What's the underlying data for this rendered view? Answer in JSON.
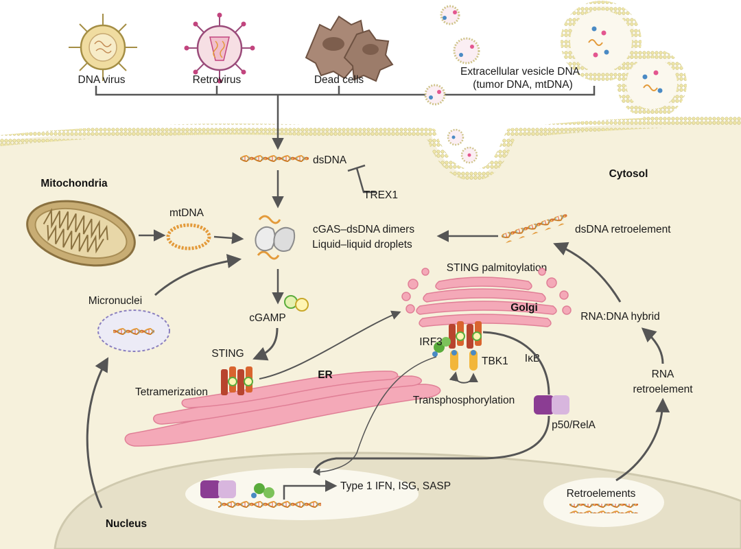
{
  "sources": {
    "dna_virus": "DNA virus",
    "retrovirus": "Retrovirus",
    "dead_cells": "Dead cells",
    "ev_dna_line1": "Extracellular vesicle DNA",
    "ev_dna_line2": "(tumor DNA, mtDNA)"
  },
  "compartments": {
    "cytosol": "Cytosol",
    "mitochondria": "Mitochondria",
    "nucleus": "Nucleus",
    "er": "ER",
    "golgi": "Golgi"
  },
  "molecules": {
    "dsdna": "dsDNA",
    "trex1": "TREX1",
    "mtdna": "mtDNA",
    "cgas_line1": "cGAS–dsDNA dimers",
    "cgas_line2": "Liquid–liquid droplets",
    "dsdna_retroelement": "dsDNA retroelement",
    "micronuclei": "Micronuclei",
    "cgamp": "cGAMP",
    "sting": "STING",
    "tetramerization": "Tetramerization",
    "sting_palmitoylation": "STING palmitoylation",
    "irf3": "IRF3",
    "tbk1": "TBK1",
    "ikb": "IκB",
    "transphosphorylation": "Transphosphorylation",
    "p50_rela": "p50/RelA",
    "rna_dna_hybrid": "RNA:DNA hybrid",
    "rna_retroelement_line1": "RNA",
    "rna_retroelement_line2": "retroelement",
    "retroelements": "Retroelements",
    "output_genes": "Type 1 IFN, ISG, SASP"
  },
  "colors": {
    "cytosol": "#f6f1dc",
    "membrane": "#e6dd9e",
    "nucleus": "#e6e0c8",
    "er_golgi": "#f4a9b8",
    "sting_red": "#b8442e",
    "tbk1_yellow": "#f2b63a",
    "irf3_green": "#5aac3c",
    "nfkb_purple": "#8b3d93",
    "dna_orange": "#e39a3a",
    "arrow": "#555555"
  }
}
